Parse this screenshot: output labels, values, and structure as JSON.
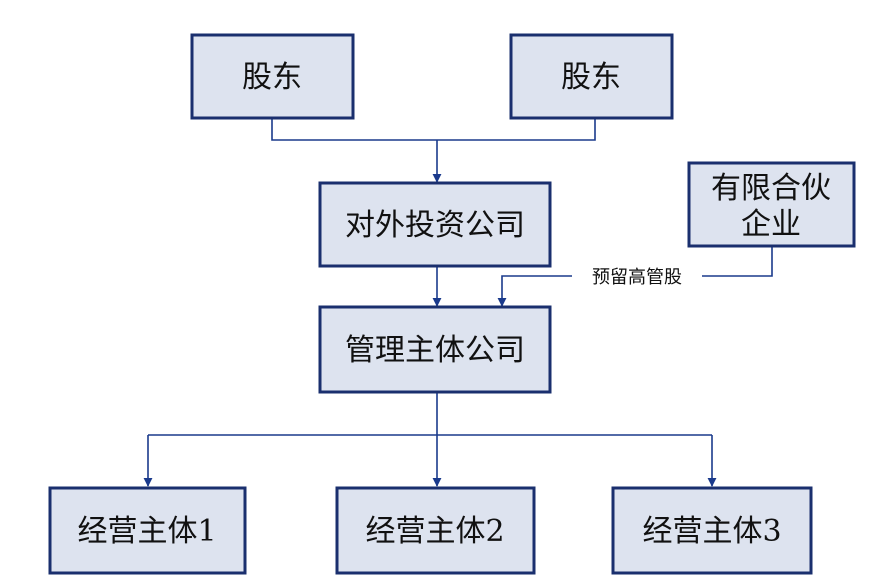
{
  "nodes": {
    "shareholder_1": "股东",
    "shareholder_2": "股东",
    "external_investment_company": "对外投资公司",
    "limited_partnership_line1": "有限合伙",
    "limited_partnership_line2": "企业",
    "management_company": "管理主体公司",
    "operating_entity_1": "经营主体1",
    "operating_entity_2": "经营主体2",
    "operating_entity_3": "经营主体3"
  },
  "edge_labels": {
    "reserved_executive_shares": "预留高管股"
  },
  "colors": {
    "box_fill": "#dde3ef",
    "box_border": "#1a2f6e",
    "connector": "#1a3a8c"
  }
}
